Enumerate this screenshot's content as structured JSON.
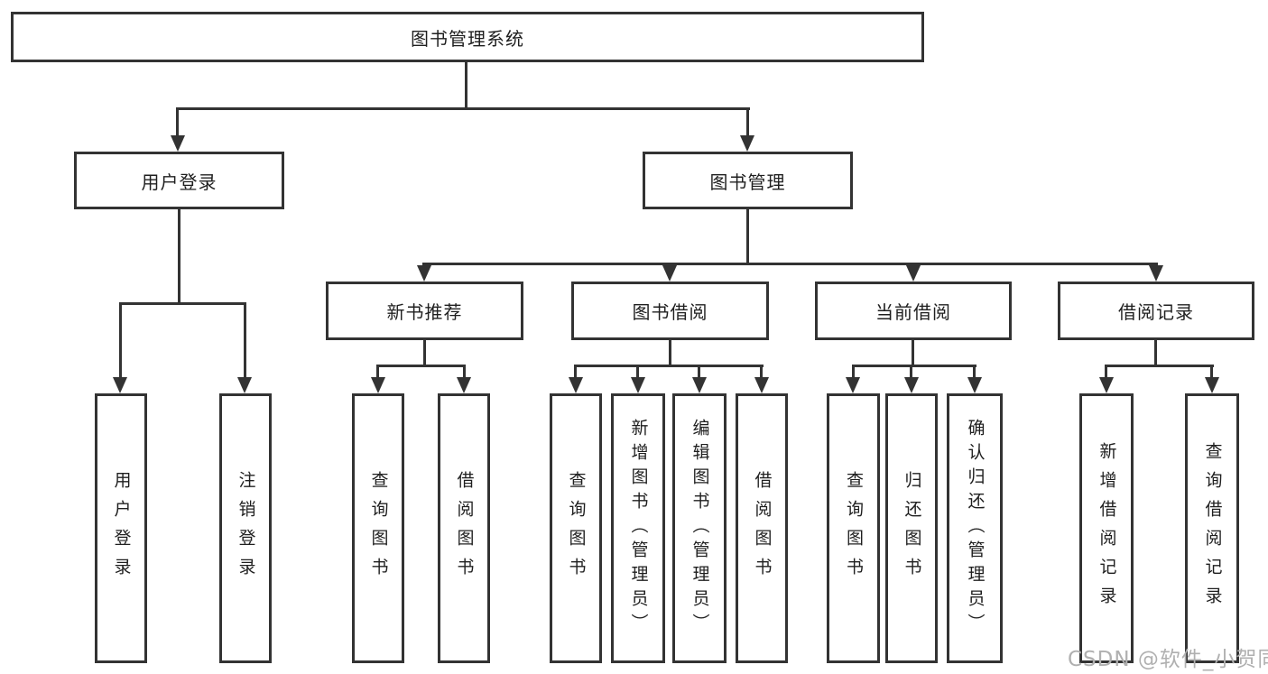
{
  "tree": {
    "root": "图书管理系统",
    "branches": [
      {
        "label": "用户登录",
        "children": [
          "用户登录",
          "注销登录"
        ]
      },
      {
        "label": "图书管理",
        "groups": [
          {
            "label": "新书推荐",
            "children": [
              "查询图书",
              "借阅图书"
            ]
          },
          {
            "label": "图书借阅",
            "children": [
              "查询图书",
              "新增图书（管理员）",
              "编辑图书（管理员）",
              "借阅图书"
            ]
          },
          {
            "label": "当前借阅",
            "children": [
              "查询图书",
              "归还图书",
              "确认归还（管理员）"
            ]
          },
          {
            "label": "借阅记录",
            "children": [
              "新增借阅记录",
              "查询借阅记录"
            ]
          }
        ]
      }
    ]
  },
  "watermark": "CSDN @软件_小贺同学",
  "colors": {
    "line": "#333333",
    "text": "#1f1f1f",
    "background": "#ffffff",
    "watermark": "#b0b0b0"
  }
}
